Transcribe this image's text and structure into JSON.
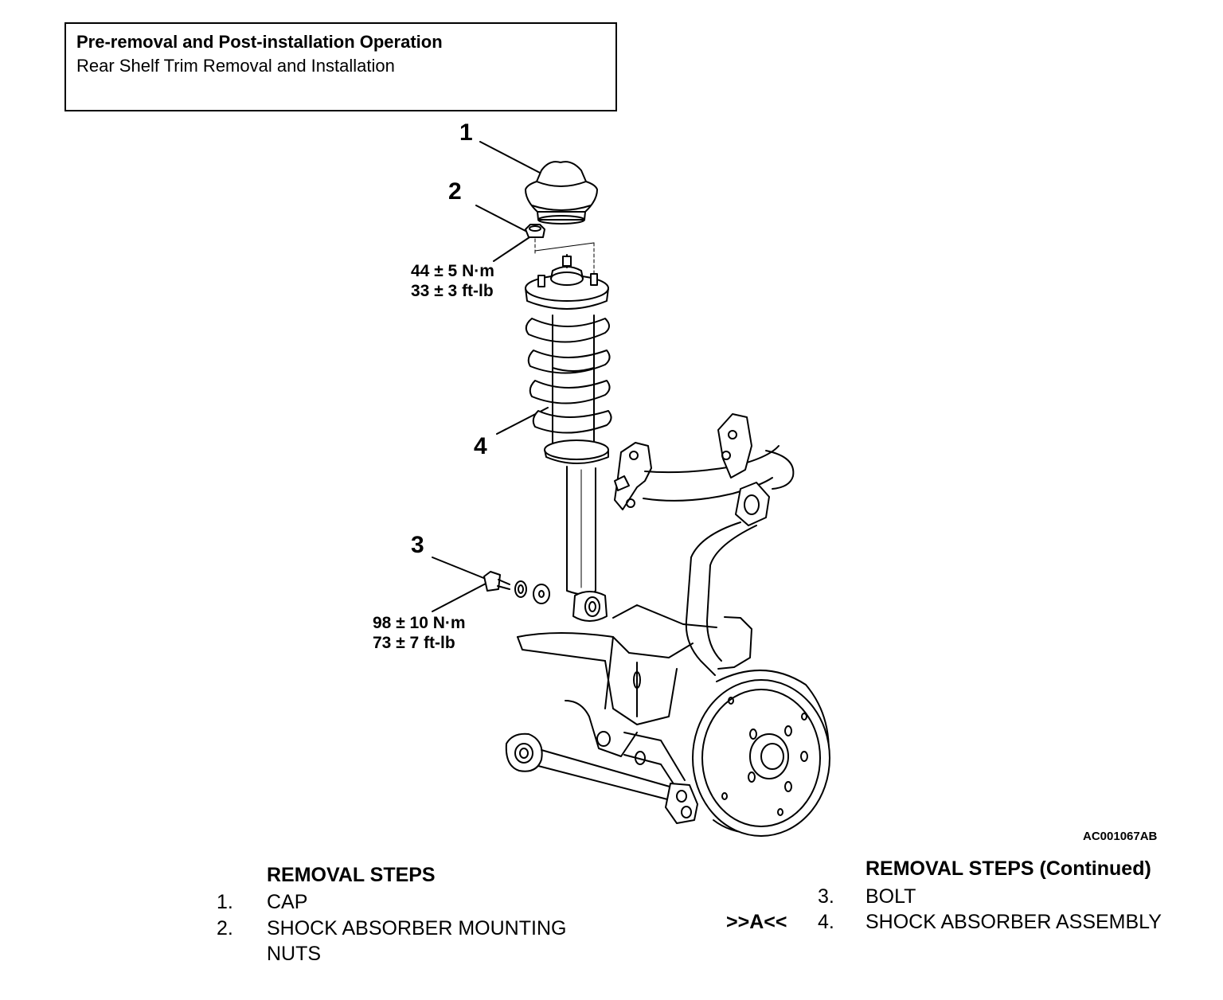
{
  "header_box": {
    "title": "Pre-removal and Post-installation Operation",
    "subtitle": "Rear Shelf Trim Removal and Installation"
  },
  "diagram": {
    "callouts": [
      "1",
      "2",
      "3",
      "4"
    ],
    "torque_2": {
      "metric": "44 ± 5 N·m",
      "imperial": "33 ± 3 ft-lb"
    },
    "torque_3": {
      "metric": "98 ± 10 N·m",
      "imperial": "73 ± 7 ft-lb"
    },
    "figure_id": "AC001067AB"
  },
  "removal_steps": {
    "heading": "REMOVAL STEPS",
    "items": [
      {
        "num": "1.",
        "label": "CAP"
      },
      {
        "num": "2.",
        "label": "SHOCK ABSORBER MOUNTING",
        "label_cont": "NUTS"
      }
    ]
  },
  "removal_steps_continued": {
    "heading": "REMOVAL STEPS (Continued)",
    "items": [
      {
        "num": "3.",
        "label": "BOLT",
        "ref": ""
      },
      {
        "num": "4.",
        "label": "SHOCK ABSORBER ASSEMBLY",
        "ref": ">>A<<"
      }
    ]
  }
}
